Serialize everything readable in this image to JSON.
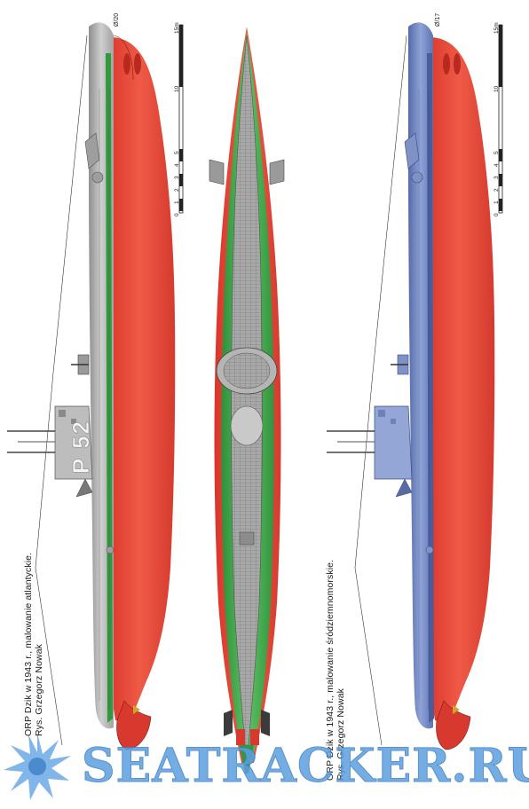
{
  "captions": {
    "left": {
      "line1": "ORP Dzik w 1943 r., malowanie atlantyckie.",
      "line2": "Rys. Grzegorz Nowak"
    },
    "right": {
      "line1": "ORP Dzik w 1943 r., malowanie śródziemnomorskie.",
      "line2": "Rys. Grzegorz Nowak"
    }
  },
  "pennants": {
    "left": "Ø/20",
    "right": "Ø/17"
  },
  "hull_code": "P 52",
  "scale": {
    "unit": "15m",
    "ticks": [
      "0",
      "1",
      "2",
      "3",
      "4",
      "5",
      "10"
    ]
  },
  "watermark": "SEATRACKER.RU",
  "colors": {
    "antifouling_red": "#e8463a",
    "atlantic_grey": "#b4b4b4",
    "atlantic_green": "#3fa84a",
    "med_blue": "#6f86c4",
    "deck_grey": "#9c9c9c",
    "watermark_blue": "#5c9fe0"
  }
}
